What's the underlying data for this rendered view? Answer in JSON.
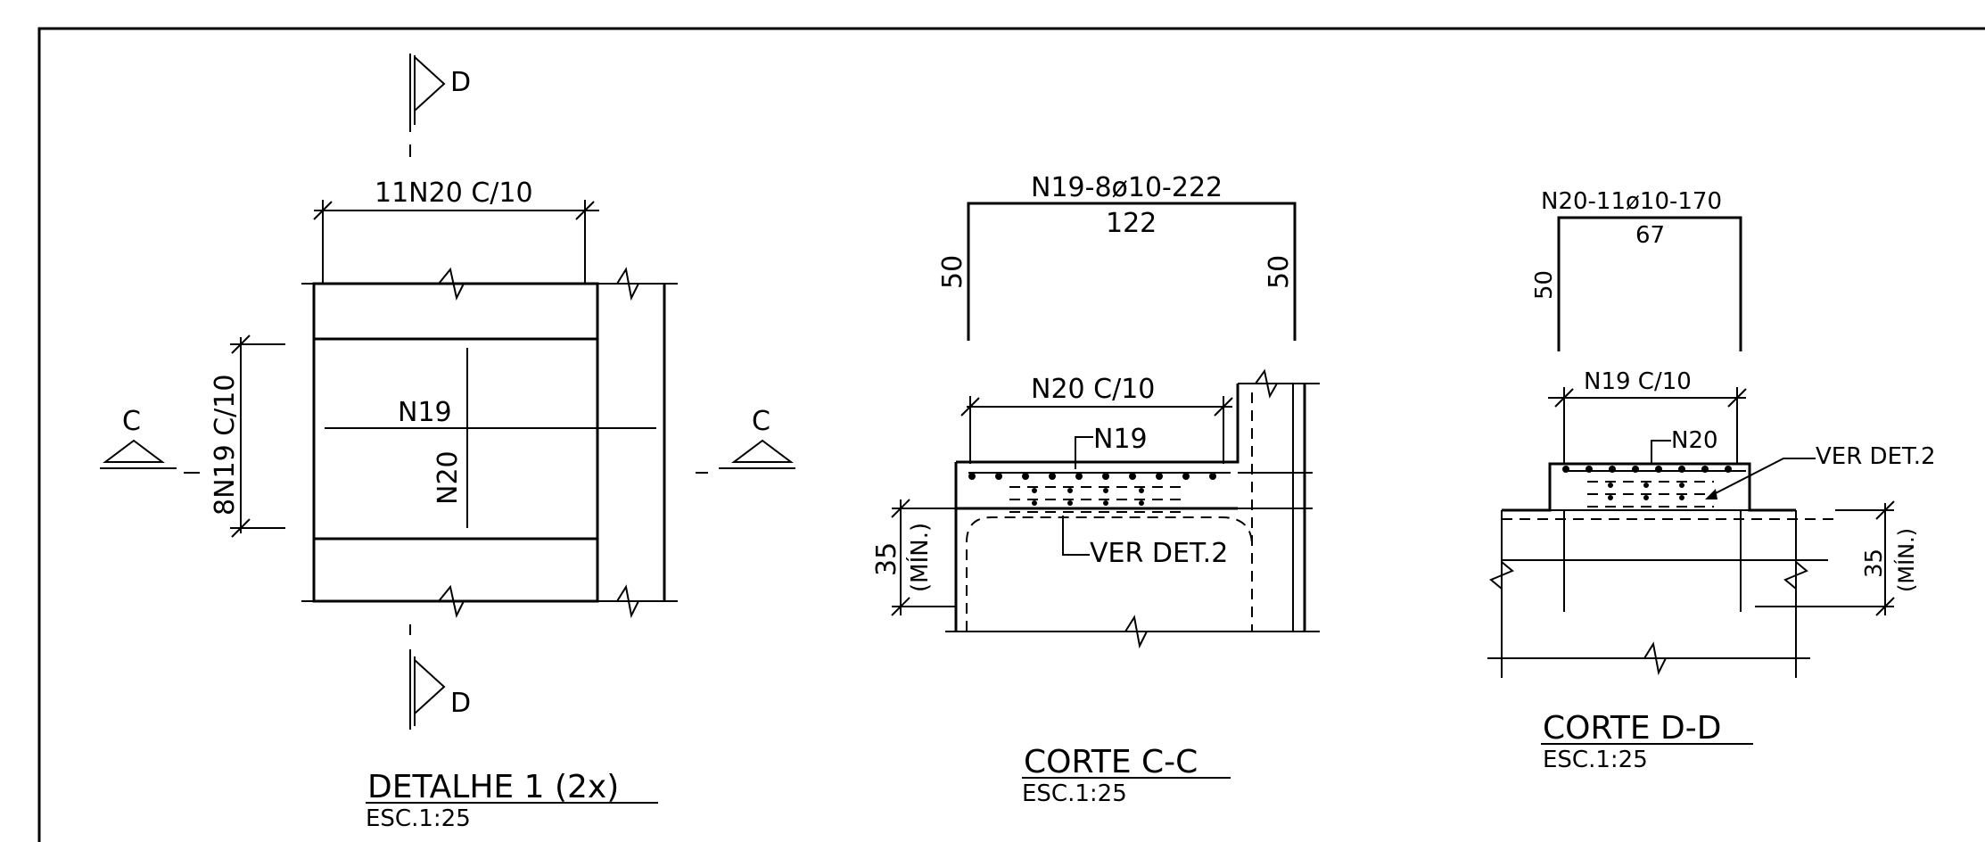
{
  "detail1": {
    "title": "DETALHE 1 (2x)",
    "scale": "ESC.1:25",
    "top_dim": "11N20 C/10",
    "left_dim": "8N19 C/10",
    "label_n19": "N19",
    "label_n20": "N20",
    "section_c": "C",
    "section_d": "D"
  },
  "corte_cc": {
    "title": "CORTE C-C",
    "scale": "ESC.1:25",
    "bar_spec": "N19-8ø10-222",
    "bar_length": "122",
    "leg_left": "50",
    "leg_right": "50",
    "spacing_dim": "N20 C/10",
    "label_n19": "N19",
    "ver_det": "VER DET.2",
    "min_dim": "35",
    "min_note": "(MÍN.)"
  },
  "corte_dd": {
    "title": "CORTE D-D",
    "scale": "ESC.1:25",
    "bar_spec": "N20-11ø10-170",
    "bar_length": "67",
    "leg": "50",
    "spacing_dim": "N19 C/10",
    "label_n20": "N20",
    "ver_det": "VER DET.2",
    "min_dim": "35",
    "min_note": "(MÍN.)"
  }
}
